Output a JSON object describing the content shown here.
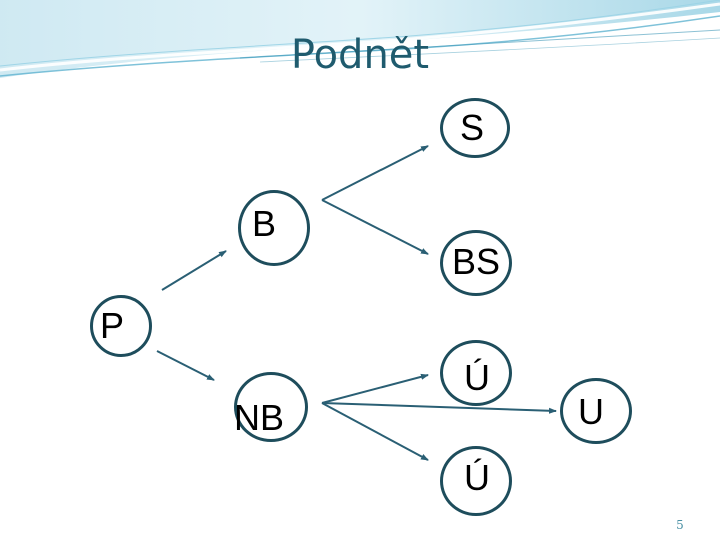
{
  "slide": {
    "title": "Podnět",
    "page_number": "5"
  },
  "diagram": {
    "nodes": {
      "p": "P",
      "b": "B",
      "nb": "NB",
      "s": "S",
      "bs": "BS",
      "u1": "Ú",
      "u2": "Ú",
      "u": "U"
    },
    "edges": [
      [
        "P",
        "B"
      ],
      [
        "P",
        "NB"
      ],
      [
        "B",
        "S"
      ],
      [
        "B",
        "BS"
      ],
      [
        "NB",
        "Ú"
      ],
      [
        "NB",
        "U"
      ],
      [
        "NB",
        "Ú"
      ]
    ]
  },
  "colors": {
    "title": "#1f5b6e",
    "node_border": "#1e4d5c",
    "arrow": "#2a5f74",
    "banner_light": "#cfe9f2",
    "banner_dark": "#4fa7c4"
  }
}
